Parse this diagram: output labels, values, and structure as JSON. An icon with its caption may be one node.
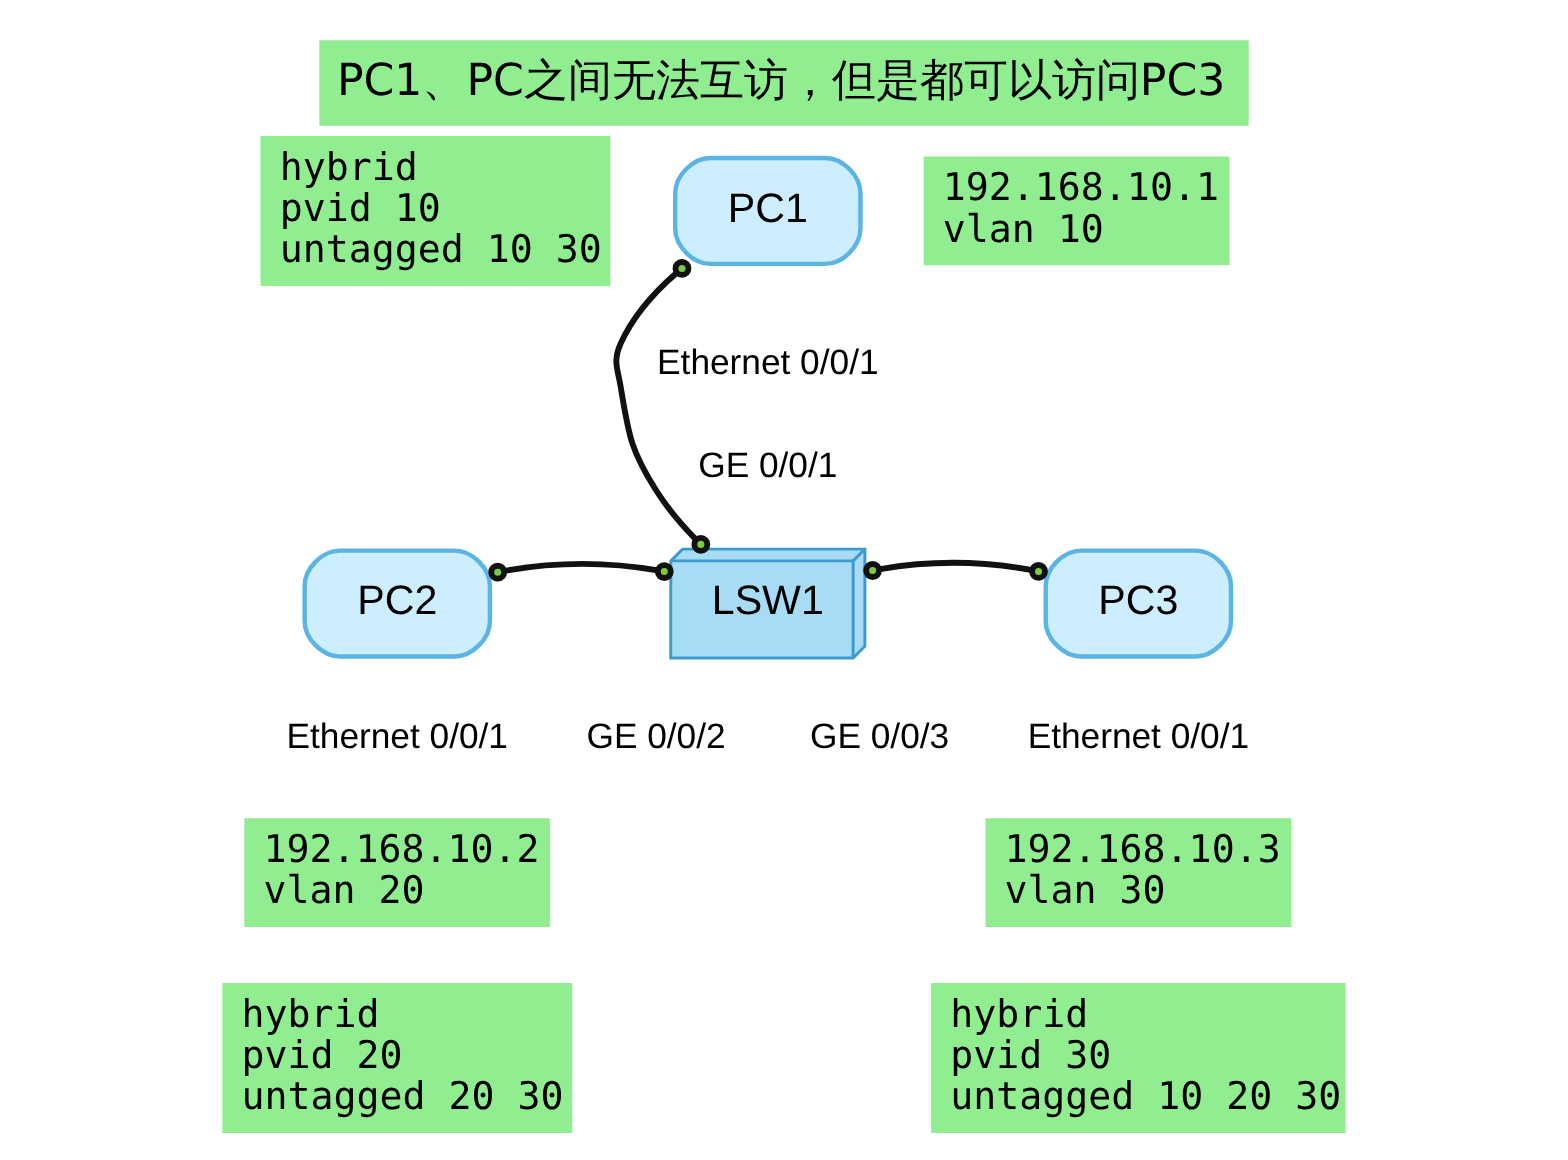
{
  "diagram": {
    "title": "PC1、PC之间无法互访，但是都可以访问PC3",
    "nodes": [
      {
        "text": [
          "hybrid",
          "pvid 10",
          "untagged 10 30"
        ]
      },
      {
        "text": [
          "PC1"
        ]
      },
      {
        "text": [
          "192.168.10.1",
          "vlan 10"
        ]
      },
      {
        "text": [
          "PC2"
        ]
      },
      {
        "text": [
          "LSW1"
        ]
      },
      {
        "text": [
          "PC3"
        ]
      },
      {
        "text": [
          "192.168.10.2",
          "vlan 20"
        ]
      },
      {
        "text": [
          "192.168.10.3",
          "vlan 30"
        ]
      },
      {
        "text": [
          "hybrid",
          "pvid 30",
          "untagged 10 20 30"
        ]
      },
      {
        "text": [
          "hybrid",
          "pvid 20",
          "untagged 20 30"
        ]
      }
    ],
    "edges": [
      {
        "from": 1,
        "to": 4,
        "arrow": "other"
      },
      {
        "from": 3,
        "to": 4,
        "arrow": "other"
      },
      {
        "from": 4,
        "to": 5,
        "arrow": "other"
      }
    ],
    "labels": [
      "Ethernet 0/0/1",
      "GE 0/0/1",
      "Ethernet 0/0/1",
      "GE 0/0/2",
      "GE 0/0/3",
      "Ethernet 0/0/1"
    ]
  }
}
